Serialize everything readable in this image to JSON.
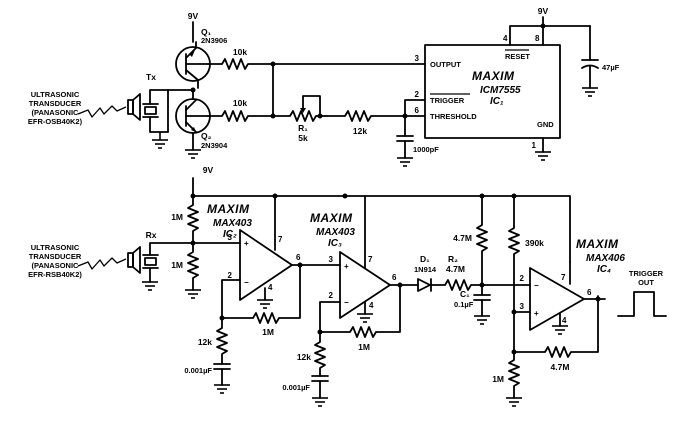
{
  "supply": {
    "top": "9V",
    "rail": "9V",
    "ic1": "9V"
  },
  "transmitter": {
    "transducer_label": [
      "ULTRASONIC",
      "TRANSDUCER",
      "(PANASONIC",
      "EFR-OSB40K2)"
    ],
    "tx": "Tx",
    "q1": {
      "ref": "Q₁",
      "part": "2N3906"
    },
    "q2": {
      "ref": "Q₂",
      "part": "2N3904"
    },
    "r_q1": "10k",
    "r_q2": "10k",
    "r1": {
      "ref": "R₁",
      "value": "5k"
    },
    "r_12k": "12k",
    "c_1000pf": "1000pF"
  },
  "ic1": {
    "brand": "MAXIM",
    "part": "ICM7555",
    "ref": "IC₁",
    "pins": {
      "output": "OUTPUT",
      "trigger": "TRIGGER",
      "threshold": "THRESHOLD",
      "reset": "RESET",
      "gnd": "GND"
    },
    "pin_numbers": {
      "p3": "3",
      "p2": "2",
      "p6": "6",
      "p4": "4",
      "p8": "8",
      "p1": "1"
    },
    "c_47uf": "47µF"
  },
  "receiver": {
    "transducer_label": [
      "ULTRASONIC",
      "TRANSDUCER",
      "(PANASONIC",
      "EFR-RSB40K2)"
    ],
    "rx": "Rx",
    "r_div_top": "1M",
    "r_div_bot": "1M",
    "ic2": {
      "brand": "MAXIM",
      "part": "MAX403",
      "ref": "IC₂"
    },
    "ic3": {
      "brand": "MAXIM",
      "part": "MAX403",
      "ref": "IC₃"
    },
    "ic4": {
      "brand": "MAXIM",
      "part": "MAX406",
      "ref": "IC₄"
    },
    "ic2_r_12k": "12k",
    "ic2_c": "0.001µF",
    "ic2_rf": "1M",
    "ic3_r_12k": "12k",
    "ic3_c": "0.001µF",
    "ic3_rf": "1M",
    "d1": {
      "ref": "D₁",
      "part": "1N914"
    },
    "r2": {
      "ref": "R₂",
      "value": "4.7M"
    },
    "r_pull_47m": "4.7M",
    "c1": {
      "ref": "C₁",
      "value": "0.1µF"
    },
    "r_390k": "390k",
    "r_1m_bottom": "1M",
    "r_fb_47m": "4.7M",
    "trigger_out": [
      "TRIGGER",
      "OUT"
    ],
    "pins": {
      "p7": "7",
      "p2": "2",
      "p3": "3",
      "p4": "4",
      "p6": "6"
    }
  }
}
